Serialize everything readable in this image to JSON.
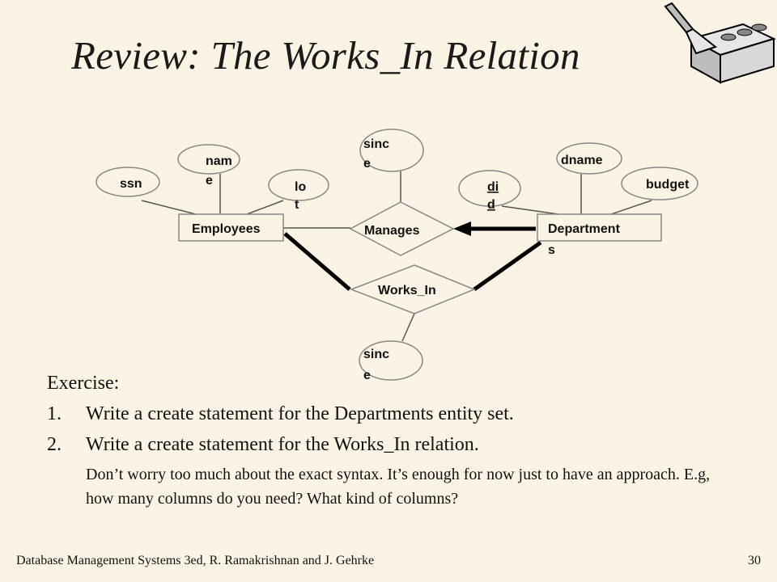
{
  "slide": {
    "title": "Review: The Works_In Relation",
    "footer": "Database Management Systems 3ed,  R. Ramakrishnan and J. Gehrke",
    "page_number": "30"
  },
  "diagram": {
    "attributes": {
      "ssn": "ssn",
      "name_line1": "nam",
      "name_line2": "e",
      "lot_line1": "lo",
      "lot_line2": "t",
      "since_top_line1": "sinc",
      "since_top_line2": "e",
      "did_line1": "di",
      "did_line2": "d",
      "dname": "dname",
      "budget": "budget",
      "since_bottom_line1": "sinc",
      "since_bottom_line2": "e"
    },
    "entities": {
      "employees": "Employees",
      "departments_line1": "Department",
      "departments_line2": "s"
    },
    "relationships": {
      "manages": "Manages",
      "works_in": "Works_In"
    }
  },
  "exercise": {
    "heading": "Exercise:",
    "items": [
      {
        "num": "1.",
        "text": "Write a create statement for the Departments entity set."
      },
      {
        "num": "2.",
        "text": "Write a create statement for the Works_In relation."
      }
    ],
    "note": "Don’t worry too much about the exact syntax. It’s enough for now just to have an approach. E.g, how many columns do  you need? What kind of columns?"
  }
}
